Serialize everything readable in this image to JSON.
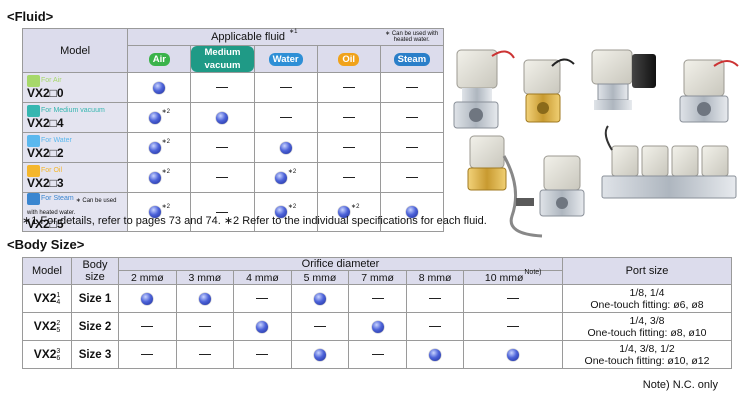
{
  "fluid": {
    "title": "<Fluid>",
    "model_header": "Model",
    "applicable_header": "Applicable fluid",
    "applicable_note_mark": "∗1",
    "heated_note": "∗ Can be used with heated water.",
    "fluids": [
      {
        "label": "Air",
        "color": "#3bb34a"
      },
      {
        "label": "Medium vacuum",
        "color": "#1f9a86"
      },
      {
        "label": "Water",
        "color": "#2e8fd6"
      },
      {
        "label": "Oil",
        "color": "#f0a21a"
      },
      {
        "label": "Steam",
        "color": "#2a7fc9"
      }
    ],
    "rows": [
      {
        "tag": "For Air",
        "model": "VX2□0",
        "icon_color": "#a6d86a",
        "extra": "",
        "cells": [
          {
            "v": "dot",
            "s": ""
          },
          {
            "v": "dash",
            "s": ""
          },
          {
            "v": "dash",
            "s": ""
          },
          {
            "v": "dash",
            "s": ""
          },
          {
            "v": "dash",
            "s": ""
          }
        ]
      },
      {
        "tag": "For Medium vacuum",
        "model": "VX2□4",
        "icon_color": "#35b6b0",
        "extra": "",
        "cells": [
          {
            "v": "dot",
            "s": "∗2"
          },
          {
            "v": "dot",
            "s": ""
          },
          {
            "v": "dash",
            "s": ""
          },
          {
            "v": "dash",
            "s": ""
          },
          {
            "v": "dash",
            "s": ""
          }
        ]
      },
      {
        "tag": "For Water",
        "model": "VX2□2",
        "icon_color": "#5bb8ee",
        "extra": "",
        "cells": [
          {
            "v": "dot",
            "s": "∗2"
          },
          {
            "v": "dash",
            "s": ""
          },
          {
            "v": "dot",
            "s": ""
          },
          {
            "v": "dash",
            "s": ""
          },
          {
            "v": "dash",
            "s": ""
          }
        ]
      },
      {
        "tag": "For Oil",
        "model": "VX2□3",
        "icon_color": "#f4b62c",
        "extra": "",
        "cells": [
          {
            "v": "dot",
            "s": "∗2"
          },
          {
            "v": "dash",
            "s": ""
          },
          {
            "v": "dot",
            "s": "∗2"
          },
          {
            "v": "dash",
            "s": ""
          },
          {
            "v": "dash",
            "s": ""
          }
        ]
      },
      {
        "tag": "For Steam",
        "model": "VX2□5",
        "icon_color": "#3a86d0",
        "extra": "∗ Can be used with heated water.",
        "cells": [
          {
            "v": "dot",
            "s": "∗2"
          },
          {
            "v": "dash",
            "s": ""
          },
          {
            "v": "dot",
            "s": "∗2"
          },
          {
            "v": "dot",
            "s": "∗2"
          },
          {
            "v": "dot",
            "s": ""
          }
        ]
      }
    ],
    "footnote": "∗1 For details, refer to pages 73 and 74. ∗2 Refer to the individual specifications for each fluid."
  },
  "body_size": {
    "title": "<Body Size>",
    "model_header": "Model",
    "size_header": "Body size",
    "orifice_header": "Orifice diameter",
    "port_header": "Port size",
    "orifices": [
      "2 mmø",
      "3 mmø",
      "4 mmø",
      "5 mmø",
      "7 mmø",
      "8 mmø",
      "10 mmø"
    ],
    "orifice_note": "Note)",
    "rows": [
      {
        "model": "VX2",
        "sub_top": "1",
        "sub_bottom": "4",
        "size": "Size 1",
        "cells": [
          "dot",
          "dot",
          "dash",
          "dot",
          "dash",
          "dash",
          "dash"
        ],
        "port1": "1/8, 1/4",
        "port2": "One-touch fitting: ø6, ø8"
      },
      {
        "model": "VX2",
        "sub_top": "2",
        "sub_bottom": "5",
        "size": "Size 2",
        "cells": [
          "dash",
          "dash",
          "dot",
          "dash",
          "dot",
          "dash",
          "dash"
        ],
        "port1": "1/4, 3/8",
        "port2": "One-touch fitting: ø8, ø10"
      },
      {
        "model": "VX2",
        "sub_top": "3",
        "sub_bottom": "6",
        "size": "Size 3",
        "cells": [
          "dash",
          "dash",
          "dash",
          "dot",
          "dash",
          "dot",
          "dot"
        ],
        "port1": "1/4, 3/8, 1/2",
        "port2": "One-touch fitting: ø10, ø12"
      }
    ],
    "footnote": "Note) N.C. only"
  }
}
